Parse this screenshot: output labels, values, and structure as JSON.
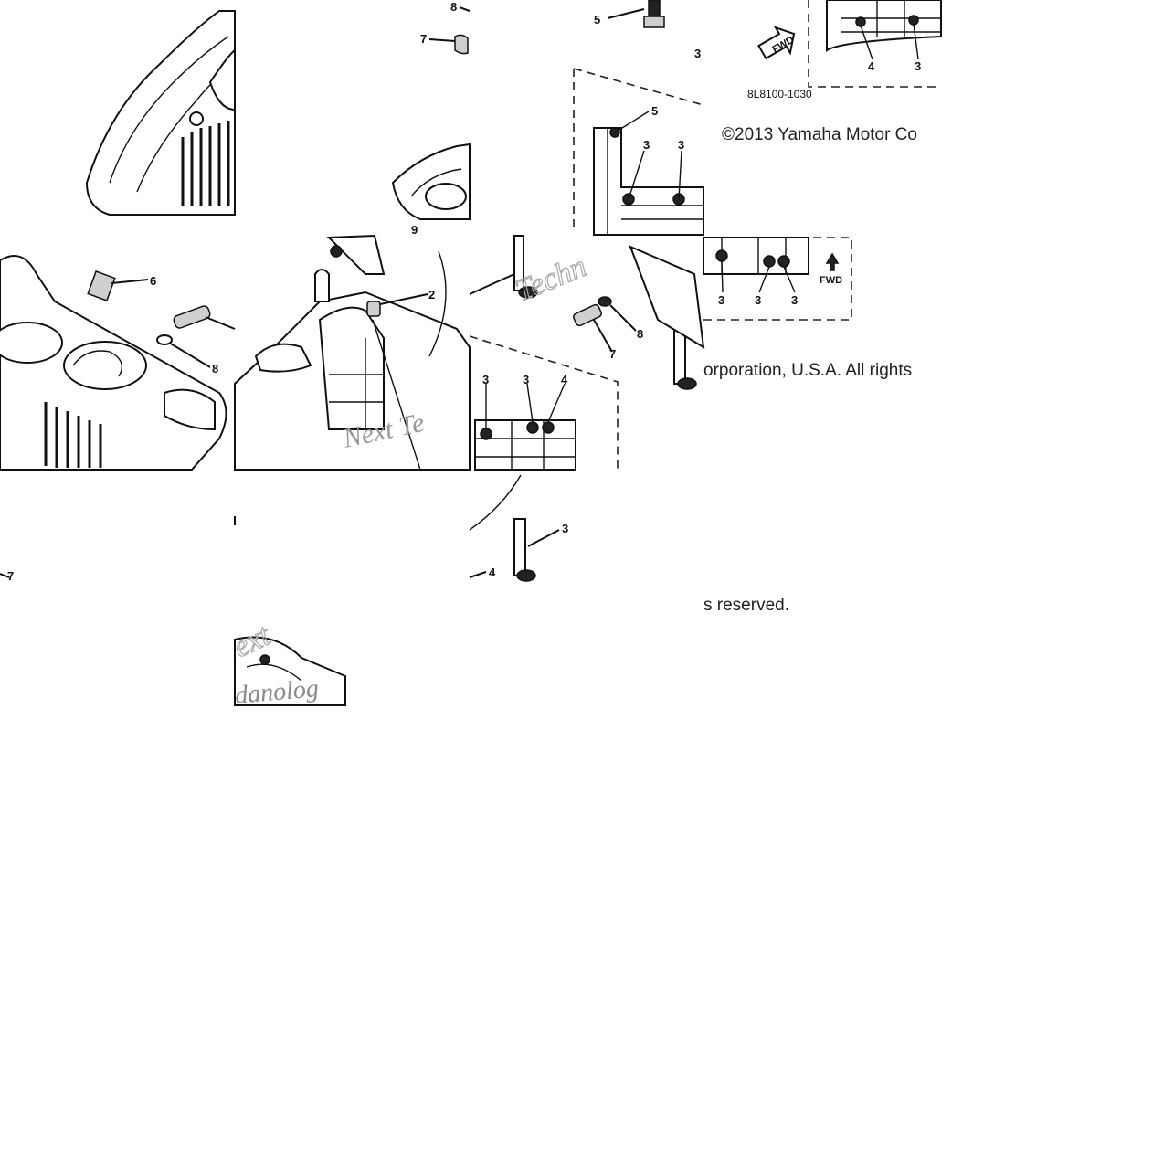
{
  "diagram": {
    "part_code": "8L8100-1030",
    "fwd_label": "FWD",
    "callouts": {
      "c1": "8",
      "c2": "7",
      "c3": "5",
      "c4": "3",
      "c5": "4",
      "c6": "3",
      "c7": "5",
      "c8": "3",
      "c9": "3",
      "c10": "6",
      "c11": "8",
      "c12": "2",
      "c13": "7",
      "c14": "8",
      "c15": "3",
      "c16": "3",
      "c17": "3",
      "c18": "3",
      "c19": "3",
      "c20": "4",
      "c21": "3",
      "c22": "4",
      "c23": "7",
      "c24": "9"
    }
  },
  "copyright": {
    "line1": "©2013 Yamaha Motor Co",
    "line2": "orporation, U.S.A. All rights",
    "line3": "s reserved."
  },
  "watermark": {
    "w1": "Techn",
    "w2": "Next Te",
    "w3": "ext",
    "w4": "danolog"
  }
}
